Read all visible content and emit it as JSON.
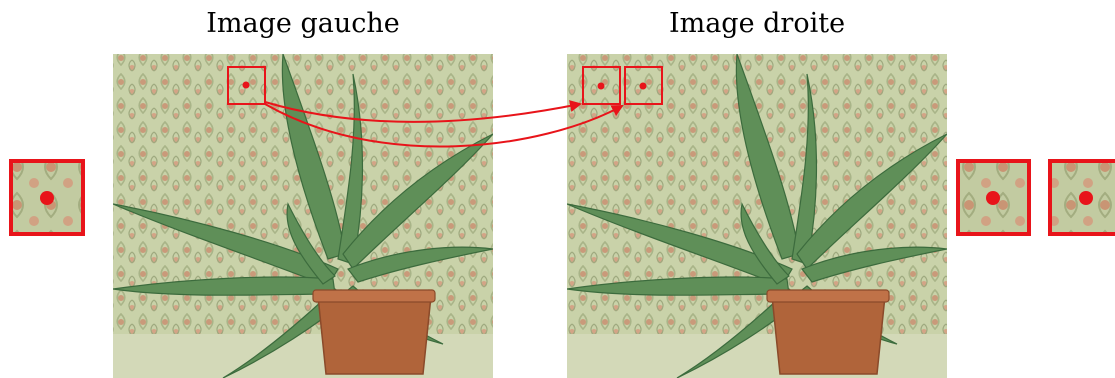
{
  "titles": {
    "left": "Image gauche",
    "right": "Image droite"
  },
  "colors": {
    "accent": "#e8141a",
    "wallpaper_base": "#c9d2a9",
    "wallpaper_pattern": "#b89070",
    "leaf": "#5f8f58",
    "leaf_dark": "#3c6b3d",
    "pot": "#b0643a",
    "pot_dark": "#8a4a2a"
  },
  "icons": {
    "left_image": "aloe-plant-photo",
    "right_image": "aloe-plant-photo",
    "patch": "zoomed-patch-with-center-point",
    "arrow": "correspondence-arrow"
  }
}
